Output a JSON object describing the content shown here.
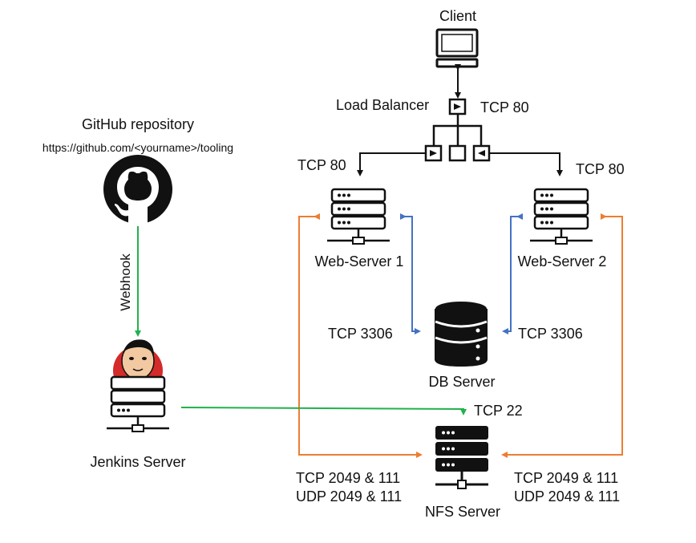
{
  "labels": {
    "client": "Client",
    "load_balancer": "Load Balancer",
    "lb_port": "TCP 80",
    "web1_port": "TCP 80",
    "web2_port": "TCP 80",
    "web_server_1": "Web-Server 1",
    "web_server_2": "Web-Server 2",
    "db_server": "DB Server",
    "db_port_left": "TCP 3306",
    "db_port_right": "TCP 3306",
    "nfs_server": "NFS Server",
    "nfs_ssh_port": "TCP 22",
    "nfs_left_tcp": "TCP 2049 & 111",
    "nfs_left_udp": "UDP 2049 & 111",
    "nfs_right_tcp": "TCP 2049 & 111",
    "nfs_right_udp": "UDP 2049 & 111",
    "github_title": "GitHub repository",
    "github_url": "https://github.com/<yourname>/tooling",
    "webhook": "Webhook",
    "jenkins_server": "Jenkins Server"
  },
  "colors": {
    "black_link": "#111111",
    "webhook_link": "#22b14c",
    "ssh_link": "#22b14c",
    "db_link": "#4472c4",
    "nfs_link": "#ed7d31",
    "jenkins_red": "#d42a2a"
  },
  "icons": [
    "computer-icon",
    "load-balancer-icon",
    "server-icon",
    "database-icon",
    "github-icon",
    "jenkins-icon"
  ]
}
